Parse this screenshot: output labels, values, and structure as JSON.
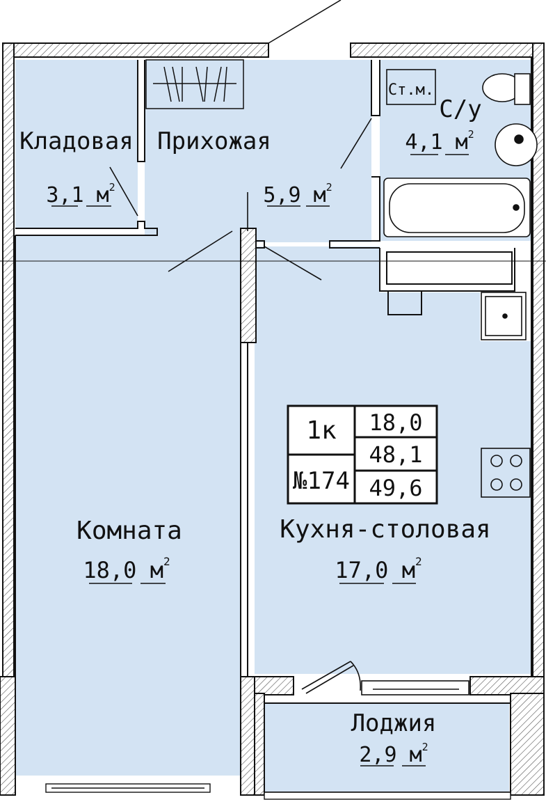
{
  "apartment": {
    "type": "1к",
    "number": "№174",
    "living_area": "18,0",
    "total_area": "48,1",
    "total_area_with_loggia": "49,6"
  },
  "units": {
    "m": "м",
    "sq": "2"
  },
  "rooms": {
    "storage": {
      "name": "Кладовая",
      "area": "3,1"
    },
    "hallway": {
      "name": "Прихожая",
      "area": "5,9"
    },
    "bathroom": {
      "name": "С/у",
      "area": "4,1",
      "riser": "Ст.м."
    },
    "room": {
      "name": "Комната",
      "area": "18,0"
    },
    "kitchen": {
      "name": "Кухня-столовая",
      "area": "17,0"
    },
    "loggia": {
      "name": "Лоджия",
      "area": "2,9"
    }
  },
  "colors": {
    "room_fill": "#d3e3f3",
    "wall_stroke": "#111111",
    "hatch": "#444444",
    "background": "#ffffff"
  }
}
